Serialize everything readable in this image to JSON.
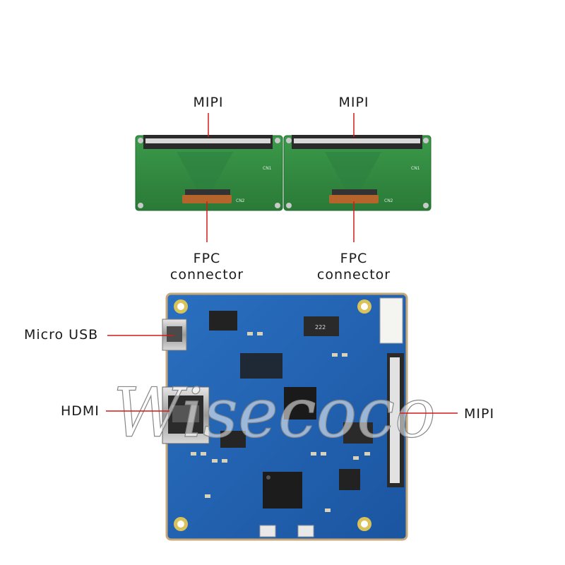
{
  "labels": {
    "top_left_mipi": "MIPI",
    "top_right_mipi": "MIPI",
    "fpc_left_line1": "FPC",
    "fpc_left_line2": "connector",
    "fpc_right_line1": "FPC",
    "fpc_right_line2": "connector",
    "micro_usb": "Micro USB",
    "hdmi": "HDMI",
    "mipi_right": "MIPI"
  },
  "silkscreen": {
    "cn1": "CN1",
    "cn2": "CN2",
    "chip_code": "222"
  },
  "watermark": "Wisecoco",
  "colors": {
    "adapter_pcb": "#2f8a3f",
    "main_pcb": "#1f5fb0",
    "callout_line": "#d11a1a",
    "label_text": "#1a1a1a"
  }
}
